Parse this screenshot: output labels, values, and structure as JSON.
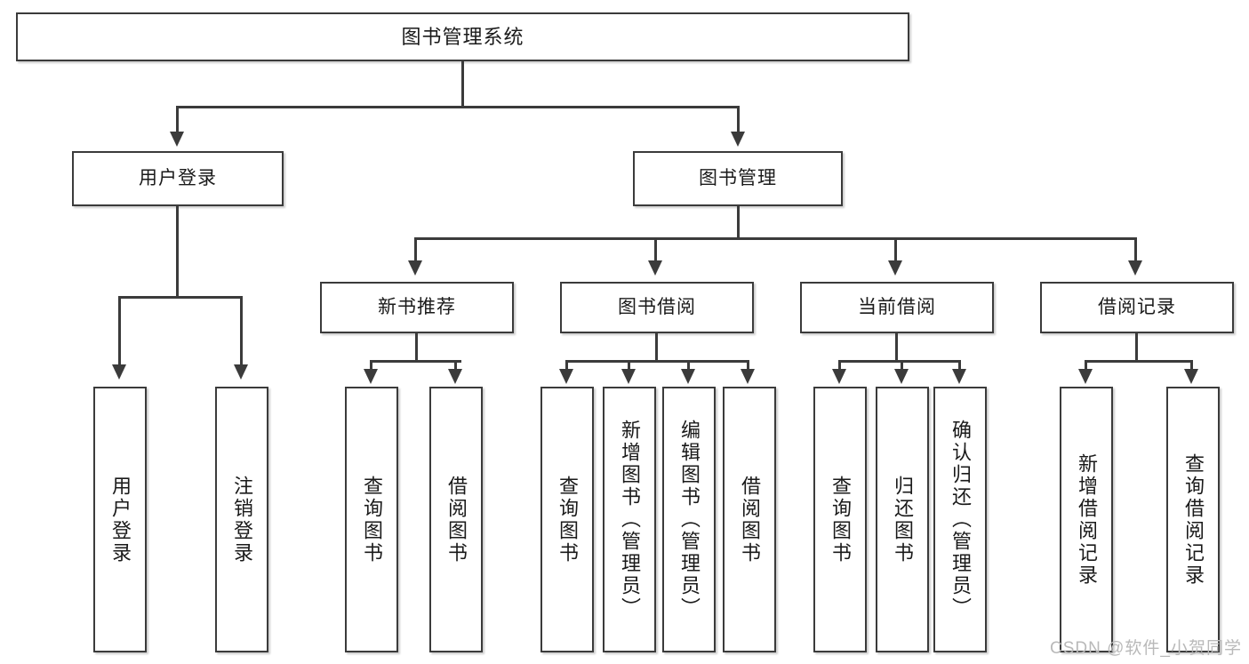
{
  "diagram": {
    "title": "图书管理系统",
    "watermark": "CSDN @软件_小贺同学",
    "colors": {
      "border": "#3b3b3b",
      "background": "#ffffff",
      "text": "#1a1a1a",
      "watermark": "#b9b9b9"
    },
    "levels": {
      "root": {
        "label": "图书管理系统"
      },
      "level2": [
        {
          "label": "用户登录"
        },
        {
          "label": "图书管理"
        }
      ],
      "level3": [
        {
          "label": "新书推荐"
        },
        {
          "label": "图书借阅"
        },
        {
          "label": "当前借阅"
        },
        {
          "label": "借阅记录"
        }
      ],
      "leaves": [
        {
          "label": "用户登录",
          "parent": "用户登录"
        },
        {
          "label": "注销登录",
          "parent": "用户登录"
        },
        {
          "label": "查询图书",
          "parent": "新书推荐"
        },
        {
          "label": "借阅图书",
          "parent": "新书推荐"
        },
        {
          "label": "查询图书",
          "parent": "图书借阅"
        },
        {
          "label": "新增图书（管理员）",
          "parent": "图书借阅"
        },
        {
          "label": "编辑图书（管理员）",
          "parent": "图书借阅"
        },
        {
          "label": "借阅图书",
          "parent": "图书借阅"
        },
        {
          "label": "查询图书",
          "parent": "当前借阅"
        },
        {
          "label": "归还图书",
          "parent": "当前借阅"
        },
        {
          "label": "确认归还（管理员）",
          "parent": "当前借阅"
        },
        {
          "label": "新增借阅记录",
          "parent": "借阅记录"
        },
        {
          "label": "查询借阅记录",
          "parent": "借阅记录"
        }
      ]
    }
  }
}
